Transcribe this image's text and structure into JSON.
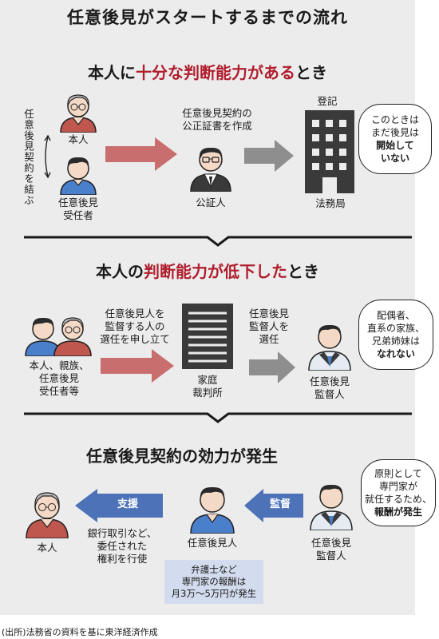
{
  "title": "任意後見がスタートするまでの流れ",
  "section1": {
    "heading_pre": "本人に",
    "heading_red": "十分な判断能力がある",
    "heading_post": "とき",
    "vertical_label": "任意後見契約を結ぶ",
    "person_top": "本人",
    "person_bottom_l1": "任意後見",
    "person_bottom_l2": "受任者",
    "step_l1": "任意後見契約の",
    "step_l2": "公正証書を作成",
    "notary": "公証人",
    "register": "登記",
    "legal_bureau": "法務局",
    "bubble_l1": "このときは",
    "bubble_l2": "まだ後見は",
    "bubble_b1": "開始して",
    "bubble_b2": "いない"
  },
  "section2": {
    "heading_pre": "本人の",
    "heading_red": "判断能力が低下した",
    "heading_post": "とき",
    "people_l1": "本人、親族、",
    "people_l2": "任意後見",
    "people_l3": "受任者等",
    "step1_l1": "任意後見人を",
    "step1_l2": "監督する人の",
    "step1_l3": "選任を申し立て",
    "court_l1": "家庭",
    "court_l2": "裁判所",
    "step2_l1": "任意後見",
    "step2_l2": "監督人を",
    "step2_l3": "選任",
    "supervisor_l1": "任意後見",
    "supervisor_l2": "監督人",
    "bubble_l1": "配偶者、",
    "bubble_l2": "直系の家族、",
    "bubble_l3": "兄弟姉妹は",
    "bubble_b1": "なれない"
  },
  "section3": {
    "heading": "任意後見契約の効力が発生",
    "person": "本人",
    "support_label": "支援",
    "support_desc_l1": "銀行取引など、",
    "support_desc_l2": "委任された",
    "support_desc_l3": "権利を行使",
    "guardian": "任意後見人",
    "supervise_label": "監督",
    "supervisor_l1": "任意後見",
    "supervisor_l2": "監督人",
    "note_l1": "弁護士など",
    "note_l2": "専門家の報酬は",
    "note_l3": "月3万～5万円が発生",
    "bubble_l1": "原則として",
    "bubble_l2": "専門家が",
    "bubble_l3": "就任するため、",
    "bubble_b1": "報酬が発生"
  },
  "source": "(出所)法務省の資料を基に東洋経済作成",
  "colors": {
    "red_text": "#b01e2e",
    "red_arrow": "#c96e6e",
    "gray_arrow": "#8e8e8e",
    "blue_arrow": "#4d72b8",
    "panel": "#ececec",
    "elder_shirt": "#c0574e",
    "young_shirt": "#4a7fcb",
    "note_bg": "#d3dcee"
  }
}
